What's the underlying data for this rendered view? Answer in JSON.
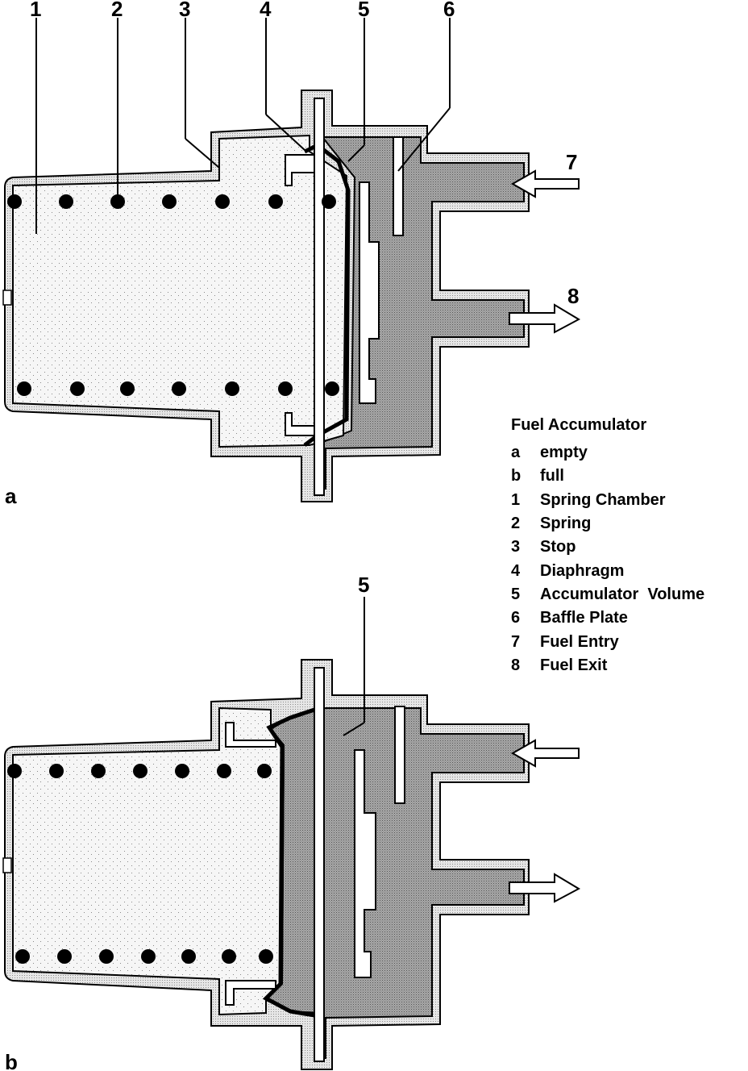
{
  "panels": [
    {
      "letter": "a"
    },
    {
      "letter": "b"
    }
  ],
  "callouts_a": [
    "1",
    "2",
    "3",
    "4",
    "5",
    "6",
    "7",
    "8"
  ],
  "callout_b": "5",
  "legend": {
    "title": "Fuel Accumulator",
    "items": [
      {
        "key": "a",
        "label": "empty"
      },
      {
        "key": "b",
        "label": "full"
      },
      {
        "key": "1",
        "label": "Spring Chamber"
      },
      {
        "key": "2",
        "label": "Spring"
      },
      {
        "key": "3",
        "label": "Stop"
      },
      {
        "key": "4",
        "label": "Diaphragm"
      },
      {
        "key": "5",
        "label": "Accumulator  Volume"
      },
      {
        "key": "6",
        "label": "Baffle Plate"
      },
      {
        "key": "7",
        "label": "Fuel Entry"
      },
      {
        "key": "8",
        "label": "Fuel Exit"
      }
    ]
  },
  "colors": {
    "outline": "#000000",
    "housing_wall": "#dcdcdc",
    "fuel": "#9a9a9a",
    "spring_chamber": "#f2f2f2",
    "arrow_fill": "#ffffff"
  }
}
